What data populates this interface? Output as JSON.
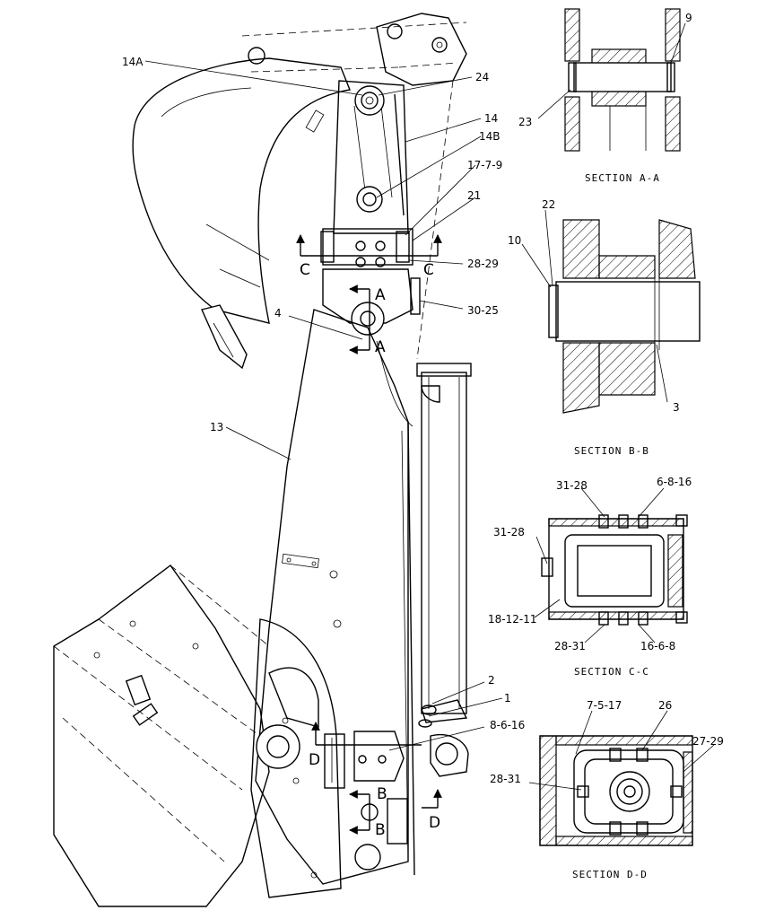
{
  "callouts": {
    "c14a": "14A",
    "c24": "24",
    "c14": "14",
    "c14b": "14B",
    "c17_7_9": "17-7-9",
    "c21": "21",
    "c28_29": "28-29",
    "c30_25": "30-25",
    "c4": "4",
    "c13": "13",
    "c2": "2",
    "c1": "1",
    "c8_6_16": "8-6-16"
  },
  "section_markers": {
    "c_left": "C",
    "c_right": "C",
    "a_top": "A",
    "a_bottom": "A",
    "b_top": "B",
    "b_bottom": "B",
    "d_left": "D",
    "d_right": "D"
  },
  "section_aa": {
    "title": "SECTION A-A",
    "label_9": "9",
    "label_23": "23"
  },
  "section_bb": {
    "title": "SECTION B-B",
    "label_22": "22",
    "label_10": "10",
    "label_3": "3"
  },
  "section_cc": {
    "title": "SECTION C-C",
    "label_31_28_top": "31-28",
    "label_6_8_16": "6-8-16",
    "label_31_28_left": "31-28",
    "label_18_12_11": "18-12-11",
    "label_28_31": "28-31",
    "label_16_6_8": "16-6-8"
  },
  "section_dd": {
    "title": "SECTION D-D",
    "label_7_5_17": "7-5-17",
    "label_26": "26",
    "label_27_29": "27-29",
    "label_28_31": "28-31"
  }
}
